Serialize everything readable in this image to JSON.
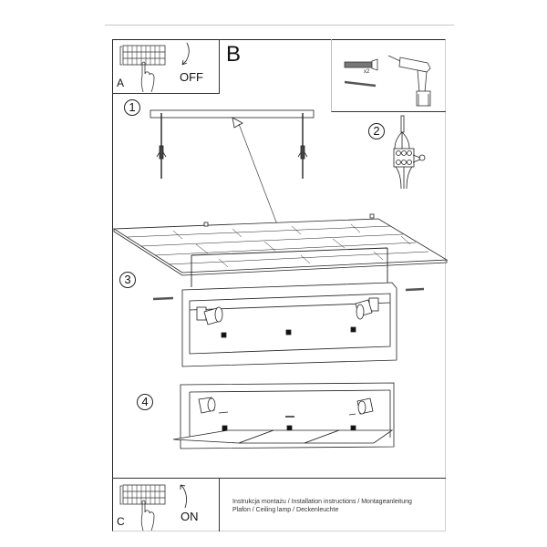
{
  "document": {
    "type": "installation-instructions",
    "panels": {
      "a": {
        "letter": "A",
        "switch_state": "OFF"
      },
      "b": {
        "letter": "B"
      },
      "c": {
        "letter": "C",
        "switch_state": "ON"
      }
    },
    "tools": {
      "anchor_quantity": "x2",
      "items": [
        "wall-plug-icon",
        "screw-icon",
        "drill-icon"
      ]
    },
    "steps": [
      {
        "number": "1",
        "description": "Mount bracket to ceiling with screws and wall plugs"
      },
      {
        "number": "2",
        "description": "Connect wires to terminal block"
      },
      {
        "number": "3",
        "description": "Hang lamp body from ceiling bracket and fix side screws"
      },
      {
        "number": "4",
        "description": "Insert diffuser panels"
      }
    ],
    "footer": {
      "line1": "Instrukcja montażu / Installation instructions / Montageanleitung",
      "line2": "Plafon / Ceiling lamp / Deckenleuchte"
    },
    "colors": {
      "line": "#222222",
      "frame_light": "#cfcfcf",
      "rule": "#c8c8c8",
      "background": "#ffffff"
    }
  }
}
